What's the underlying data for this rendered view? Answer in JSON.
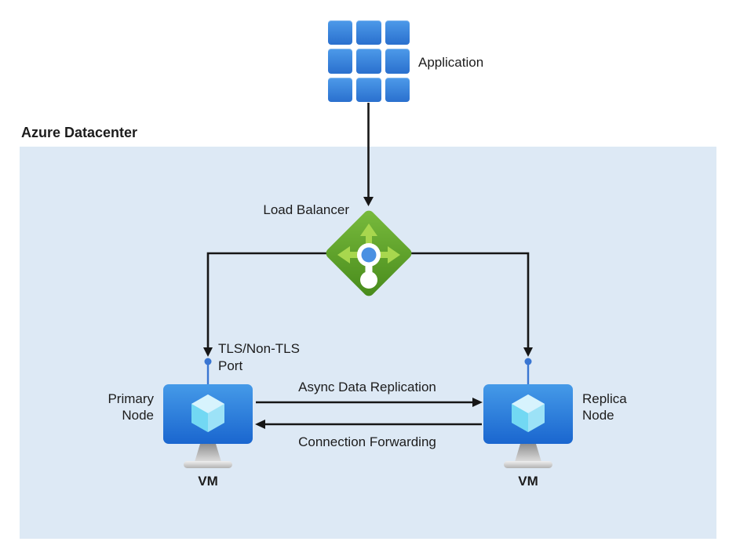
{
  "diagram": {
    "title": "Azure Datacenter",
    "application": {
      "label": "Application"
    },
    "load_balancer": {
      "label": "Load Balancer"
    },
    "port_label": {
      "text": "TLS/Non-TLS\nPort"
    },
    "primary_node": {
      "line1": "Primary",
      "line2": "Node",
      "vm_label": "VM"
    },
    "replica_node": {
      "line1": "Replica",
      "line2": "Node",
      "vm_label": "VM"
    },
    "connections": {
      "async_replication": "Async Data Replication",
      "connection_forwarding": "Connection Forwarding"
    },
    "icons": {
      "application": "app-grid-icon",
      "load_balancer": "load-balancer-icon",
      "primary_vm": "vm-monitor-icon",
      "replica_vm": "vm-monitor-icon"
    },
    "colors": {
      "datacenter_bg": "#dde9f5",
      "app_tile_top": "#4d9ae9",
      "app_tile_bottom": "#2a70ce",
      "lb_green_light": "#72b434",
      "lb_green_dark": "#4b8d1e",
      "lb_arrow_green": "#a8d74e",
      "lb_dot_blue": "#4a90e2",
      "vm_blue_top": "#459ae8",
      "vm_blue_bottom": "#1a66cf",
      "cube_top": "#d7f3fd",
      "cube_left": "#72d8f3",
      "cube_right": "#a2e6f8",
      "connector_black": "#161616",
      "connector_blue": "#3a76d2",
      "text": "#1c1c1c"
    }
  }
}
